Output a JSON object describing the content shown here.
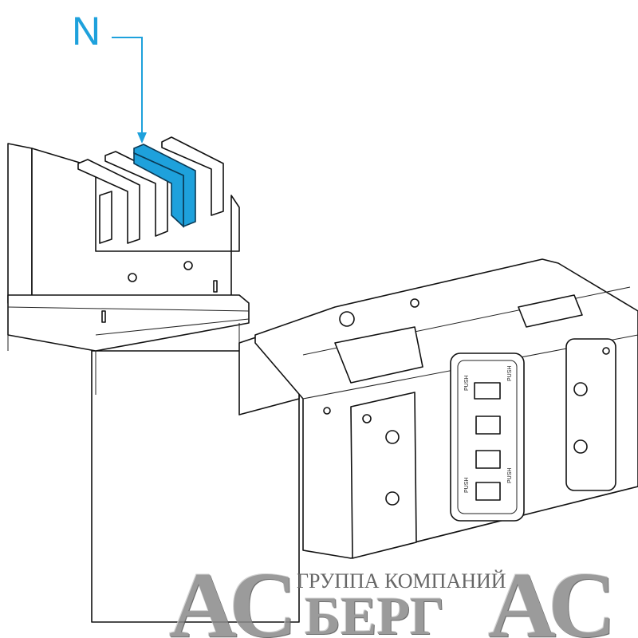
{
  "callout": {
    "label": "N",
    "color": "#1ea1dc"
  },
  "cover_labels": {
    "push": "PUSH"
  },
  "watermark": {
    "group": "ГРУППА КОМПАНИЙ",
    "part1": "АС",
    "part2": "БЕРГ",
    "part3": "АС"
  }
}
